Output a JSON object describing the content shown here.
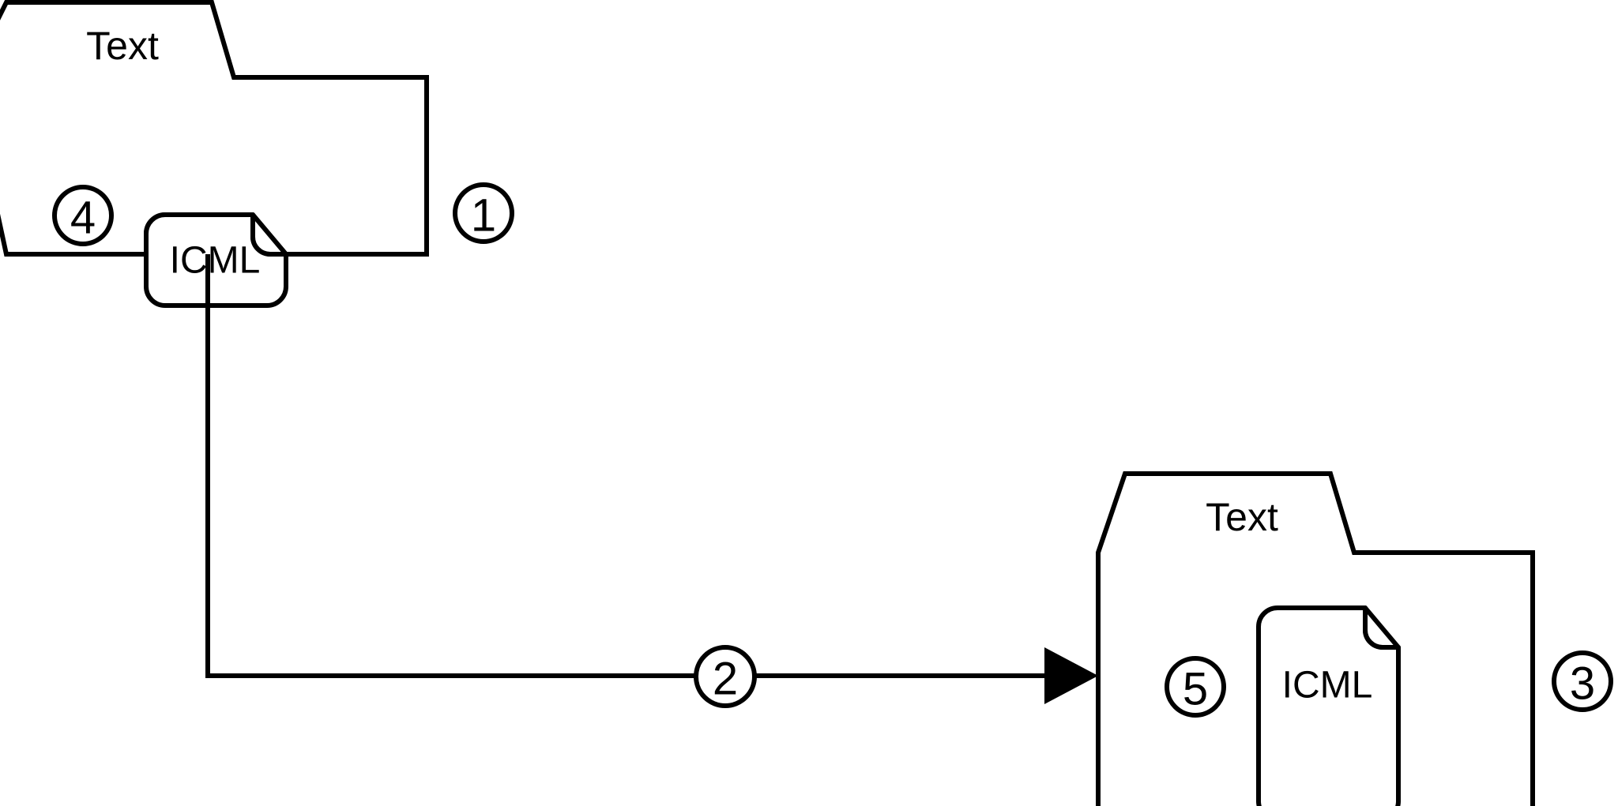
{
  "diagram": {
    "background_color": "#ffffff",
    "stroke_color": "#000000",
    "nodes": [
      {
        "id": "source-folder",
        "kind": "folder",
        "label": "Text",
        "badge_outside": "1",
        "badge_inside": "4",
        "document": {
          "label": "ICML",
          "kind": "document-icon"
        }
      },
      {
        "id": "target-folder",
        "kind": "folder",
        "label": "Text",
        "badge_outside": "3",
        "badge_inside": "5",
        "document": {
          "label": "ICML",
          "kind": "document-icon"
        }
      }
    ],
    "edges": [
      {
        "id": "copy-edge",
        "from": "source-folder",
        "to": "target-folder",
        "badge": "2",
        "arrow": "filled-triangle",
        "routing": "orthogonal-elbow"
      }
    ]
  },
  "labels": {
    "folder_one_text": "Text",
    "folder_one_doc": "ICML",
    "folder_one_badge_inside": "4",
    "folder_one_badge_outside": "1",
    "edge_badge": "2",
    "folder_two_text": "Text",
    "folder_two_doc": "ICML",
    "folder_two_badge_inside": "5",
    "folder_two_badge_outside": "3"
  }
}
